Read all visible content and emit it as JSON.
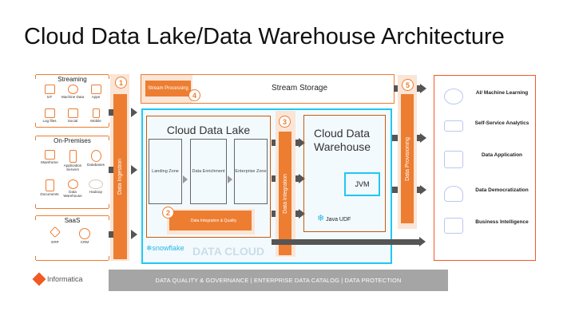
{
  "title": "Cloud Data Lake/Data Warehouse Architecture",
  "sources": {
    "streaming": {
      "heading": "Streaming",
      "items": [
        {
          "label": "IoT",
          "icon": "iot-tower-icon"
        },
        {
          "label": "Machine Data",
          "icon": "machine-data-icon"
        },
        {
          "label": "Apps",
          "icon": "apps-icon"
        },
        {
          "label": "Log files",
          "icon": "log-file-icon"
        },
        {
          "label": "Social",
          "icon": "social-chat-icon"
        },
        {
          "label": "Mobile",
          "icon": "mobile-icon"
        }
      ]
    },
    "onprem": {
      "heading": "On-Premises",
      "items": [
        {
          "label": "Mainframe",
          "icon": "mainframe-icon"
        },
        {
          "label": "Application Servers",
          "icon": "server-icon"
        },
        {
          "label": "Databases",
          "icon": "database-icon"
        },
        {
          "label": "Documents",
          "icon": "document-icon"
        },
        {
          "label": "Data Warehouse",
          "icon": "data-warehouse-icon"
        },
        {
          "label": "Hadoop",
          "icon": "hadoop-icon"
        }
      ]
    },
    "saas": {
      "heading": "SaaS",
      "items": [
        {
          "label": "ERP",
          "icon": "erp-flow-icon"
        },
        {
          "label": "CRM",
          "icon": "crm-icon"
        }
      ]
    }
  },
  "steps": {
    "ingestion": {
      "num": "1",
      "label": "Data Ingestion"
    },
    "diq": {
      "num": "2",
      "label": "Data Integration & Quality"
    },
    "integration": {
      "num": "3",
      "label": "Data Integration"
    },
    "stream": {
      "num": "4",
      "label": "Stream Processing"
    },
    "provisioning": {
      "num": "5",
      "label": "Data Provisioning"
    }
  },
  "stream_storage": "Stream Storage",
  "lake": {
    "title": "Cloud Data Lake",
    "zones": [
      "Landing Zone",
      "Data Enrichment",
      "Enterprise Zone"
    ],
    "brand": "snowflake"
  },
  "watermark": "DATA CLOUD",
  "warehouse": {
    "title": "Cloud Data Warehouse",
    "jvm": "JVM",
    "udf": "Java UDF"
  },
  "outputs": [
    {
      "label": "AI/ Machine Learning",
      "icon": "ai-brain-icon"
    },
    {
      "label": "Self-Service Analytics",
      "icon": "analytics-chart-icon"
    },
    {
      "label": "Data Application",
      "icon": "data-application-icon"
    },
    {
      "label": "Data Democratization",
      "icon": "people-group-icon"
    },
    {
      "label": "Business Intelligence",
      "icon": "bi-dashboard-icon"
    }
  ],
  "governance": "DATA QUALITY & GOVERNANCE | ENTERPRISE DATA CATALOG | DATA PROTECTION",
  "logo": "Informatica",
  "colors": {
    "orange": "#ed7d31",
    "peach": "#fbe5d6",
    "snowflake_blue": "#29b5e8",
    "border_blue": "#1ec8f5",
    "grey_bar": "#a5a5a5",
    "red_border": "#f05a28"
  }
}
